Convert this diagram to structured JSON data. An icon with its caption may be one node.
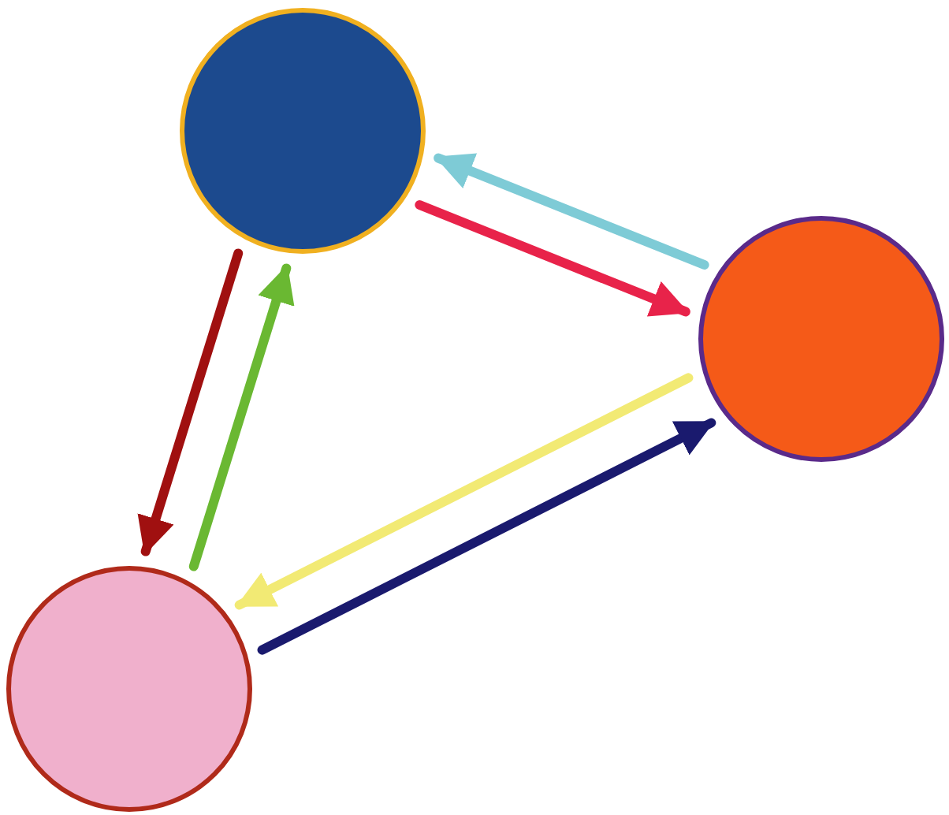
{
  "diagram": {
    "nodes": [
      {
        "text": [],
        "shape": "circle"
      },
      {
        "text": [],
        "shape": "circle"
      },
      {
        "text": [],
        "shape": "circle"
      }
    ],
    "edges": [
      {
        "from": 0,
        "to": 1,
        "arrow": "to",
        "color": "#e8234a"
      },
      {
        "from": 1,
        "to": 0,
        "arrow": "to",
        "color": "#7ecbd6"
      },
      {
        "from": 2,
        "to": 1,
        "arrow": "to",
        "color": "#1a1a6e"
      },
      {
        "from": 1,
        "to": 2,
        "arrow": "to",
        "color": "#f2ea74"
      },
      {
        "from": 2,
        "to": 0,
        "arrow": "to",
        "color": "#6ab832"
      },
      {
        "from": 0,
        "to": 2,
        "arrow": "to",
        "color": "#a01010"
      }
    ]
  }
}
